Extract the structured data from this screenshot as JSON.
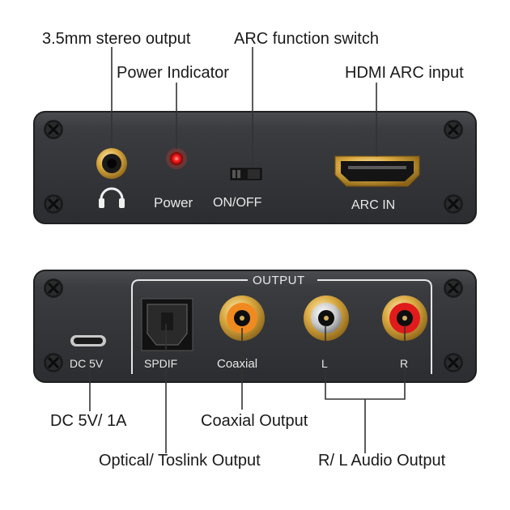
{
  "callouts": {
    "stereo_output": "3.5mm stereo output",
    "arc_switch": "ARC function switch",
    "power_indicator": "Power Indicator",
    "hdmi_arc_input": "HDMI ARC input",
    "dc_power": "DC 5V/ 1A",
    "coaxial_output": "Coaxial Output",
    "optical_output": "Optical/ Toslink Output",
    "rl_audio_output": "R/ L Audio Output"
  },
  "front_panel": {
    "power_label": "Power",
    "switch_label": "ON/OFF",
    "arc_in_label": "ARC IN"
  },
  "rear_panel": {
    "output_title": "OUTPUT",
    "dc_label": "DC 5V",
    "spdif_label": "SPDIF",
    "coaxial_label": "Coaxial",
    "left_label": "L",
    "right_label": "R"
  },
  "colors": {
    "panel": "#35373a",
    "power_led": "#ff2020",
    "coaxial_ring": "#f08a20",
    "left_ring": "#f4f4f4",
    "right_ring": "#e01b1b",
    "gold": "#d9a840"
  },
  "icons": {
    "headphone": "headphone-icon"
  }
}
